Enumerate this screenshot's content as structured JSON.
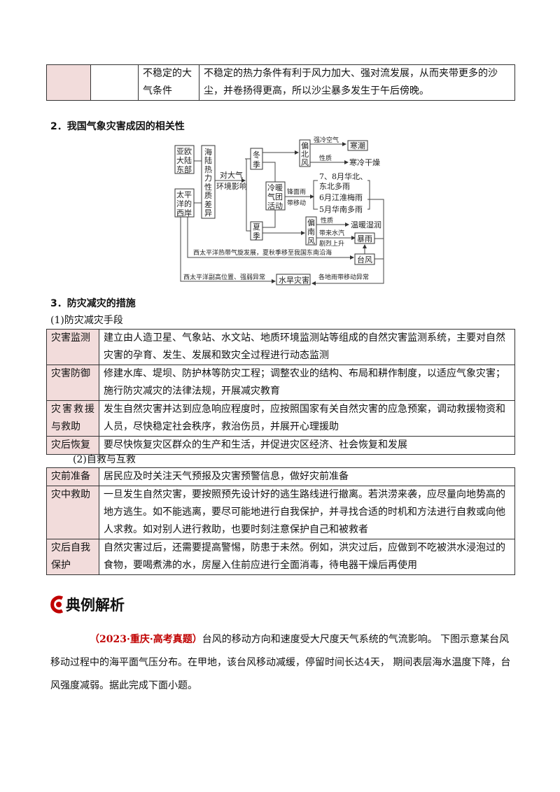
{
  "table1": {
    "rows": [
      {
        "c1": "",
        "c2": "",
        "c3": "不稳定的大气条件",
        "c4": "不稳定的热力条件有利于风力加大、强对流发展，从而夹带更多的沙尘，并卷扬得更高，所以沙尘暴多发生于午后傍晚。"
      }
    ]
  },
  "section2": {
    "title": "2．我国气象灾害成因的相关性"
  },
  "diagram": {
    "eurasia": [
      "亚欧",
      "大陆",
      "东部"
    ],
    "pacific": [
      "太平",
      "洋的",
      "西岸"
    ],
    "landsea": [
      "海",
      "陆",
      "热",
      "力",
      "性",
      "质",
      "差",
      "异"
    ],
    "effect": [
      "对大气",
      "环境影响"
    ],
    "winter": [
      "冬",
      "季"
    ],
    "summer": [
      "夏",
      "季"
    ],
    "airmass": [
      "冷暖",
      "气团",
      "活动"
    ],
    "front": [
      "锋面雨",
      "带移动"
    ],
    "north_wind": [
      "偏",
      "北",
      "风"
    ],
    "south_wind": [
      "偏",
      "南",
      "风"
    ],
    "cold_air": "强冷空气",
    "cold_wave": "寒潮",
    "nature1": "性质",
    "cold_dry": "寒冷干燥",
    "rain1": [
      "7、8月华北、",
      "东北多雨"
    ],
    "rain2": "6月江淮梅雨",
    "rain3": "5月华南多雨",
    "nature2": "性质",
    "warm_wet": "温暖湿润",
    "vapor": "带来水汽",
    "rise": "剧烈上升",
    "rainstorm": "暴雨",
    "typhoon": "台风",
    "cyclone": "西太平洋热带气旋发展，夏秋季移至我国东南沿海",
    "subtropical": "西太平洋副高位置、强弱异常",
    "flood_drought": "水旱灾害",
    "belt_anomaly": "各地雨带移动异常"
  },
  "section3": {
    "title": "3．防灾减灾的措施",
    "sub1": "(1)防灾减灾手段",
    "sub2": "(2)自救与互救"
  },
  "table2": {
    "rows": [
      {
        "label": "灾害监测",
        "text": "建立由人造卫星、气象站、水文站、地质环境监测站等组成的自然灾害监测系统，主要对自然灾害的孕育、发生、发展和致灾全过程进行动态监测"
      },
      {
        "label": "灾害防御",
        "text": "修建水库、堤坝、防护林等防灾工程；调整农业的结构、布局和耕作制度，以适应气象灾害；施行防灾减灾的法律法规，开展减灾教育"
      },
      {
        "label": "灾害救援与救助",
        "text": "发生自然灾害并达到应急响应程度时，应按照国家有关自然灾害的应急预案，调动救援物资和人员，尽快稳定社会秩序，救治伤员，并展开心理援助"
      },
      {
        "label": "灾后恢复",
        "text": "要尽快恢复灾区群众的生产和生活，并促进灾区经济、社会恢复和发展"
      }
    ]
  },
  "table3": {
    "rows": [
      {
        "label": "灾前准备",
        "text": "居民应及时关注天气预报及灾害预警信息，做好灾前准备"
      },
      {
        "label": "灾中救助",
        "text": "一旦发生自然灾害，要按照预先设计好的逃生路线进行撤离。若洪涝来袭，应尽量向地势高的地方逃生。如不能逃离，要尽可能地进行自我保护，并寻找合适的时机和方法进行自救或向他人求救。如对别人进行救助，也要时刻注意保护自己和被救者"
      },
      {
        "label": "灾后自我保护",
        "text": "自然灾害过后，还需要提高警惕，防患于未然。例如，洪灾过后，应做到不吃被洪水浸泡过的食物，要喝煮沸的水，房屋入住前应进行全面消毒，待电器干燥后再使用"
      }
    ]
  },
  "example": {
    "heading": "典例解析",
    "source": "（2023·重庆·高考真题）",
    "text": "台风的移动方向和速度受大尺度天气系统的气流影响。 下图示意某台风移动过程中的海平面气压分布。在甲地，该台风移动减缓，停留时间长达4天， 期间表层海水温度下降，台风强度减弱。据此完成下面小题。"
  },
  "colors": {
    "pink": "#f2dcdb",
    "red": "#c00000"
  }
}
